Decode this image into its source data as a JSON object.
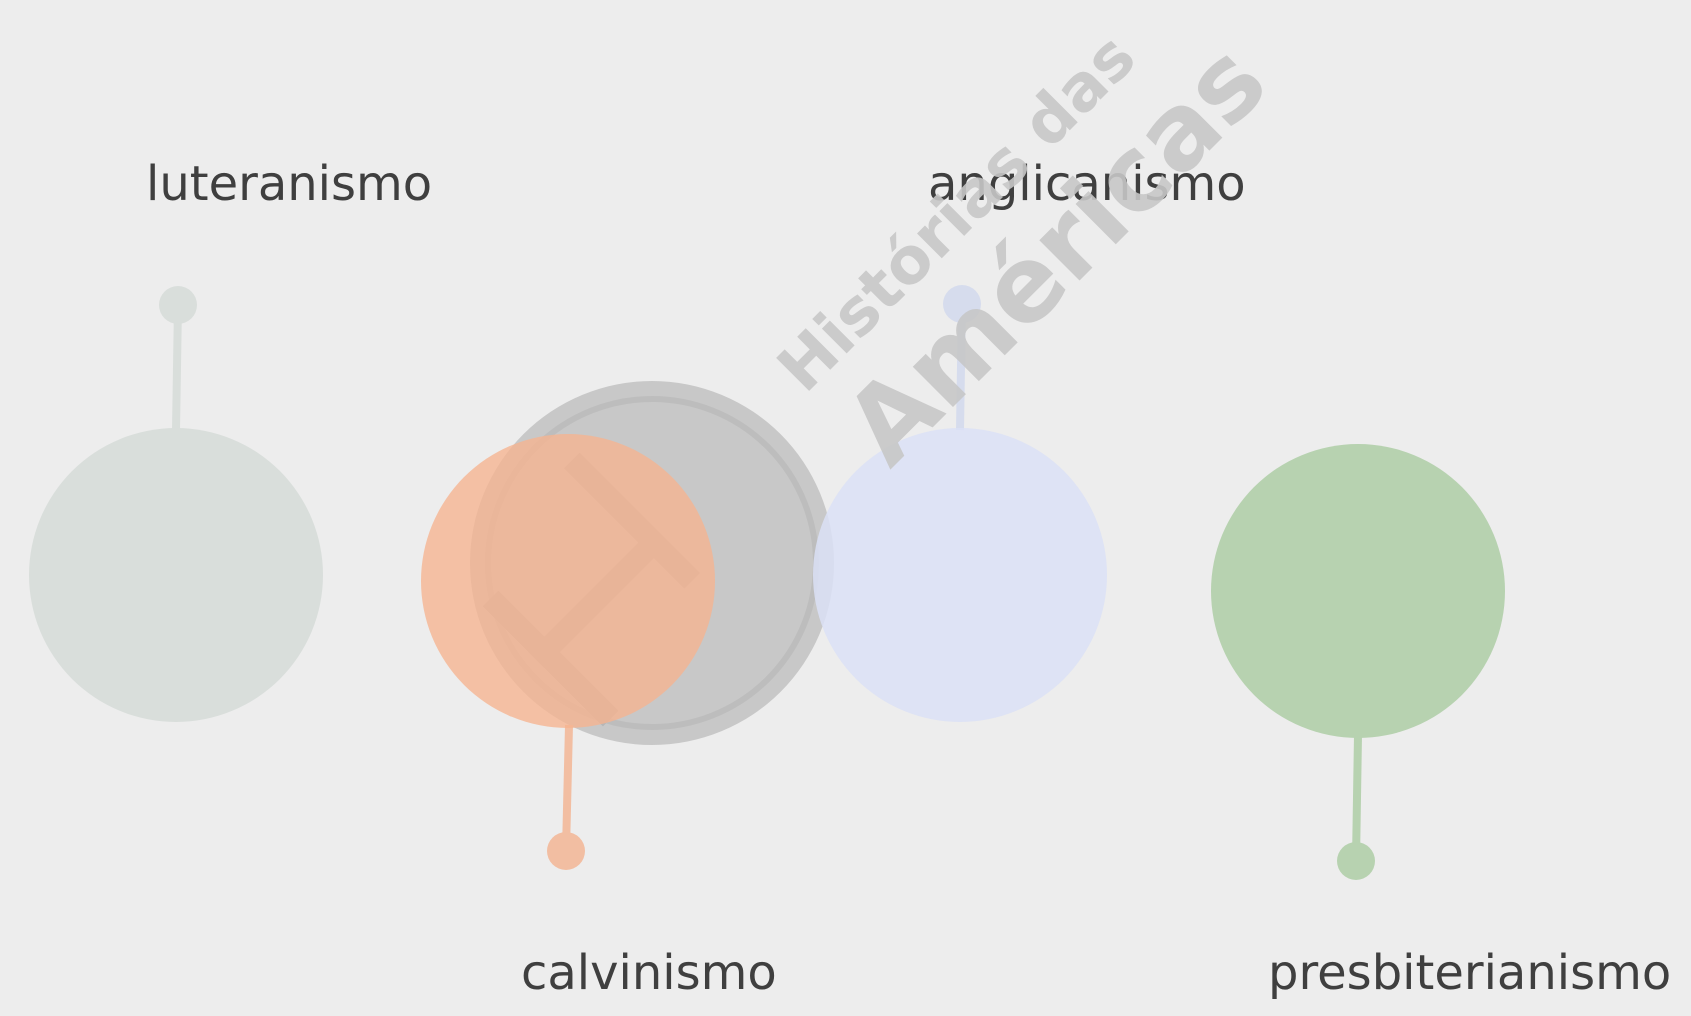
{
  "diagram": {
    "nodes": [
      {
        "label": "luteranismo",
        "color": "#d9dedb"
      },
      {
        "label": "calvinismo",
        "color": "#f2bea2"
      },
      {
        "label": "anglicanismo",
        "color": "#d6dced"
      },
      {
        "label": "presbiterianismo",
        "color": "#b7d2b0"
      }
    ]
  },
  "watermark": {
    "line1": "Histórias das",
    "line2": "Américas",
    "monogram": "H"
  }
}
